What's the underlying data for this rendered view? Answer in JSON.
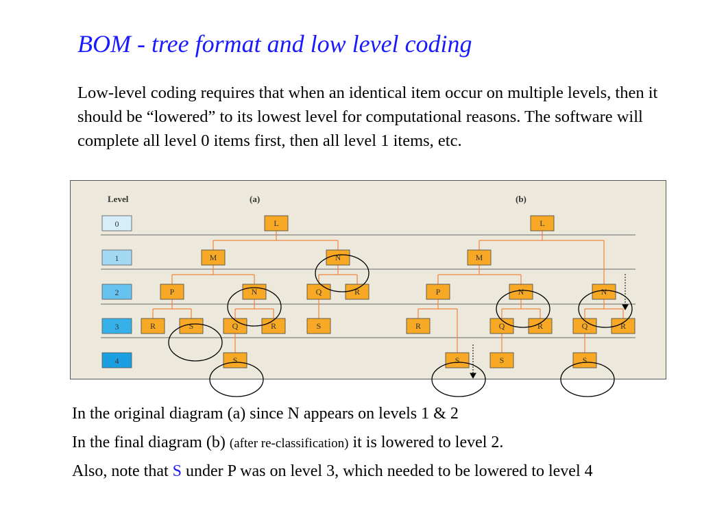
{
  "title": "BOM - tree format and low level coding",
  "intro": "Low-level coding requires that when an identical item occur on multiple levels, then it should be “lowered” to its lowest level for computational reasons. The software will complete all level 0 items first, then all level 1 items, etc.",
  "diagram": {
    "level_header": "Level",
    "panel_a_label": "(a)",
    "panel_b_label": "(b)",
    "levels": [
      "0",
      "1",
      "2",
      "3",
      "4"
    ],
    "level_colors": [
      "#d6eef9",
      "#a4d9f3",
      "#66c3ef",
      "#35b0e9",
      "#1a9fe0"
    ],
    "node_color": "#f7a925",
    "line_color": "#f0843c",
    "background": "#ece9dc",
    "tree_a": {
      "nodes": [
        "L",
        "M",
        "N",
        "P",
        "N",
        "Q",
        "R",
        "R",
        "S",
        "Q",
        "R",
        "S",
        "S"
      ]
    },
    "tree_b": {
      "nodes": [
        "L",
        "M",
        "P",
        "N",
        "N",
        "R",
        "Q",
        "R",
        "Q",
        "R",
        "S",
        "S",
        "S"
      ]
    }
  },
  "notes": {
    "line1": "In the original diagram (a) since N appears on levels 1 & 2",
    "line2_main": "In the final diagram (b) ",
    "line2_small": "(after re-classification)",
    "line2_end": " it is lowered to level 2.",
    "line3_start": "Also, note that ",
    "line3_highlight": "S",
    "line3_end": " under P was on level 3, which needed to be lowered to level 4"
  }
}
